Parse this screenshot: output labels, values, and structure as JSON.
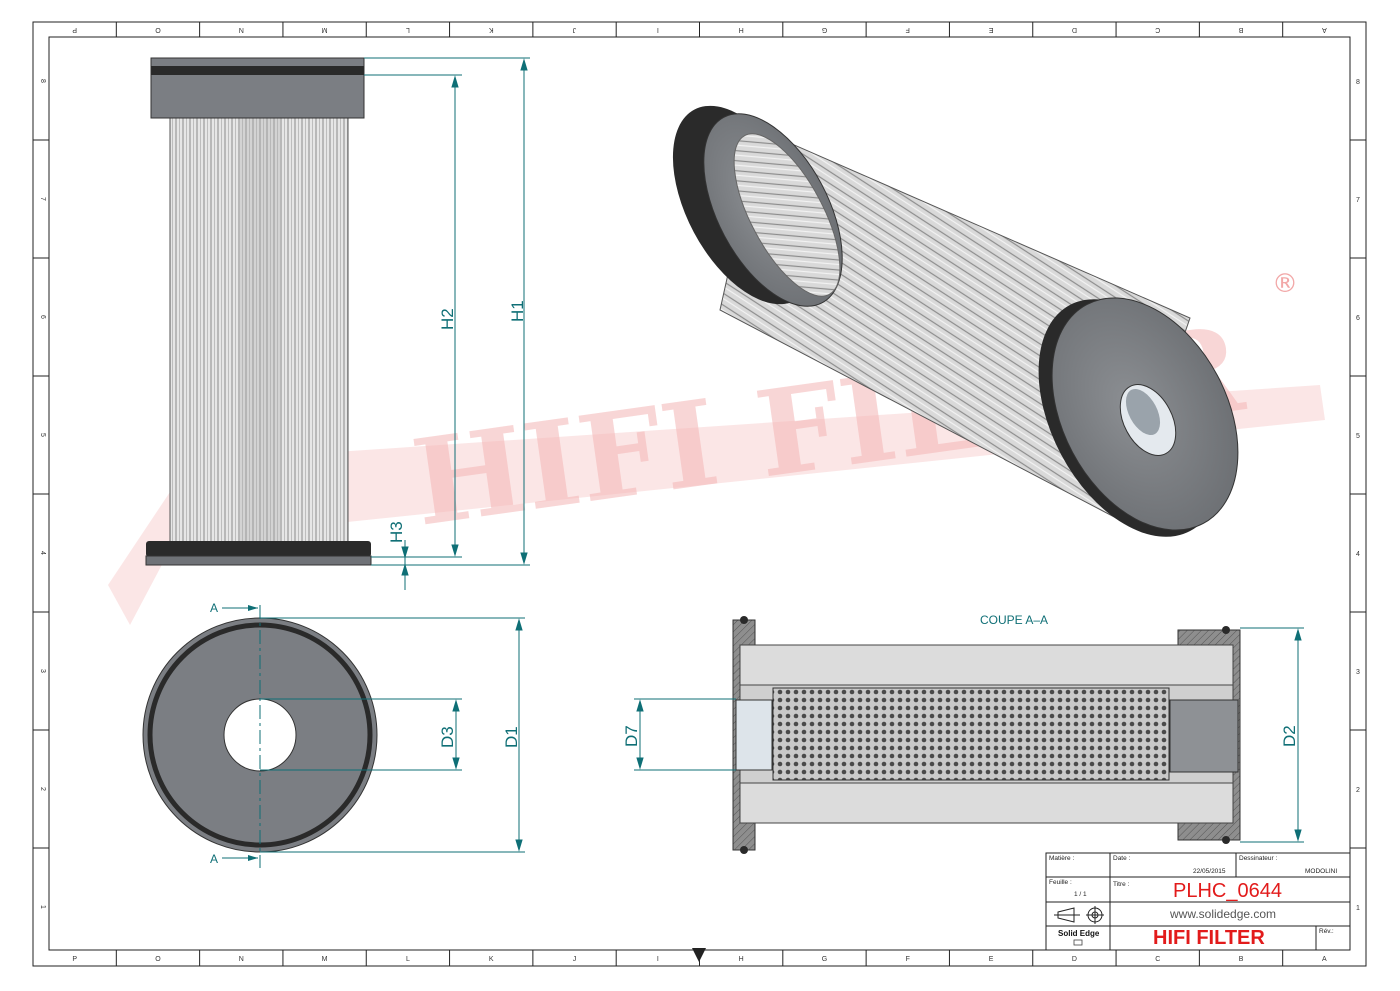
{
  "zones": {
    "top": [
      "P",
      "O",
      "N",
      "M",
      "L",
      "K",
      "J",
      "I",
      "H",
      "G",
      "F",
      "E",
      "D",
      "C",
      "B",
      "A"
    ],
    "side": [
      "8",
      "7",
      "6",
      "5",
      "4",
      "3",
      "2",
      "1"
    ]
  },
  "watermark": {
    "text": "HIFI FILTER",
    "registered": "®"
  },
  "dimensions": {
    "h1": "H1",
    "h2": "H2",
    "h3": "H3",
    "d1": "D1",
    "d2": "D2",
    "d3": "D3",
    "d7": "D7"
  },
  "section": {
    "title": "COUPE A–A",
    "marker": "A"
  },
  "title_block": {
    "matiere_label": "Matière :",
    "date_label": "Date :",
    "date_value": "22/05/2015",
    "dessinateur_label": "Dessinateur :",
    "dessinateur_value": "MODOLINI",
    "feuille_label": "Feuille :",
    "feuille_value": "1 / 1",
    "titre_label": "Titre :",
    "title": "PLHC_0644",
    "website": "www.solidedge.com",
    "software": "Solid Edge",
    "brand": "HIFI FILTER",
    "rev_label": "Rév.:"
  },
  "colors": {
    "dimension": "#0f6f76",
    "brand": "#e21b1b",
    "metal": "#7a7d82",
    "watermark": "#f4b6b6"
  }
}
